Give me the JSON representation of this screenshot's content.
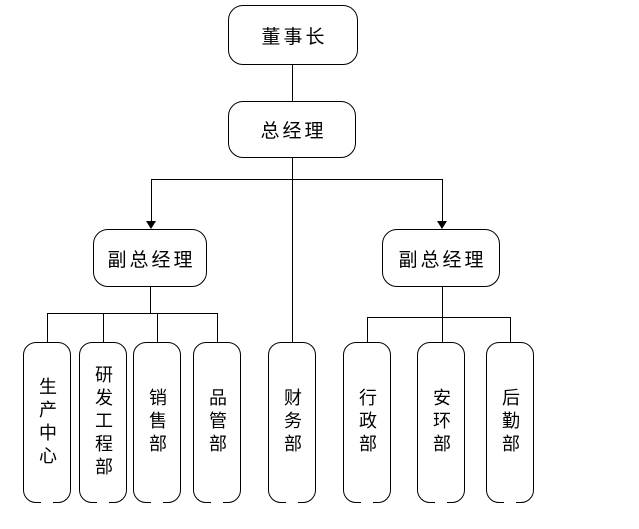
{
  "diagram": {
    "type": "org-chart",
    "background_color": "#ffffff",
    "line_color": "#000000",
    "text_color": "#000000",
    "nodes": {
      "chairman": "董事长",
      "general_manager": "总经理",
      "vp_left": "副总经理",
      "vp_right": "副总经理"
    },
    "departments": [
      {
        "label": "生产中心",
        "reports_to": "vp_left"
      },
      {
        "label": "研发工程部",
        "reports_to": "vp_left"
      },
      {
        "label": "销售部",
        "reports_to": "vp_left"
      },
      {
        "label": "品管部",
        "reports_to": "vp_left"
      },
      {
        "label": "财务部",
        "reports_to": "general_manager"
      },
      {
        "label": "行政部",
        "reports_to": "vp_right"
      },
      {
        "label": "安环部",
        "reports_to": "vp_right"
      },
      {
        "label": "后勤部",
        "reports_to": "vp_right"
      }
    ],
    "edges": [
      {
        "from": "chairman",
        "to": "general_manager",
        "arrowhead": false
      },
      {
        "from": "general_manager",
        "to": "vp_left",
        "arrowhead": true
      },
      {
        "from": "general_manager",
        "to": "vp_right",
        "arrowhead": true
      },
      {
        "from": "general_manager",
        "to": "财务部",
        "arrowhead": false
      },
      {
        "from": "vp_left",
        "to": "生产中心",
        "arrowhead": false
      },
      {
        "from": "vp_left",
        "to": "研发工程部",
        "arrowhead": false
      },
      {
        "from": "vp_left",
        "to": "销售部",
        "arrowhead": false
      },
      {
        "from": "vp_left",
        "to": "品管部",
        "arrowhead": false
      },
      {
        "from": "vp_right",
        "to": "行政部",
        "arrowhead": false
      },
      {
        "from": "vp_right",
        "to": "安环部",
        "arrowhead": false
      },
      {
        "from": "vp_right",
        "to": "后勤部",
        "arrowhead": false
      }
    ]
  }
}
